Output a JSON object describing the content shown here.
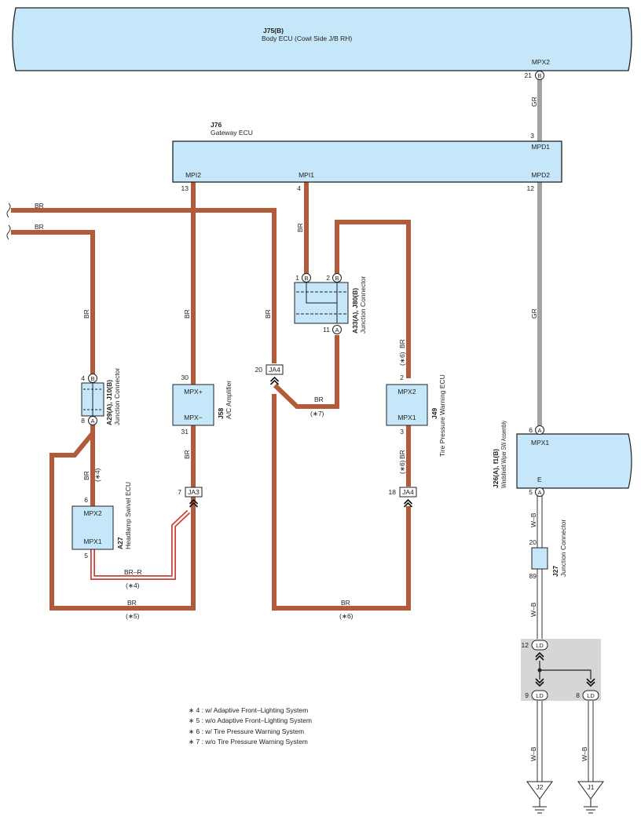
{
  "components": {
    "body_ecu": {
      "code": "J75(B)",
      "name": "Body ECU (Cowl Side J/B RH)",
      "terminal": "MPX2",
      "pin": "21",
      "pin_letter": "B"
    },
    "gateway_ecu": {
      "code": "J76",
      "name": "Gateway ECU",
      "terminals": {
        "mpd1": "MPD1",
        "mpd2": "MPD2",
        "mpi1": "MPI1",
        "mpi2": "MPI2"
      },
      "pins": {
        "mpd1": "3",
        "mpd2": "12",
        "mpi1": "4",
        "mpi2": "13"
      }
    },
    "jc_a33": {
      "code": "A33(A), J80(B)",
      "name": "Junction Connector",
      "pins": [
        "1",
        "2",
        "11"
      ],
      "letters": [
        "B",
        "B",
        "A"
      ]
    },
    "jc_a29": {
      "code": "A29(A), J10(B)",
      "name": "Junction Connector",
      "pins": [
        "4",
        "8"
      ],
      "letters": [
        "B",
        "A"
      ]
    },
    "ac_amp": {
      "code": "J58",
      "name": "A/C Amplifier",
      "t1": "MPX+",
      "t2": "MPX−",
      "p1": "30",
      "p2": "31"
    },
    "tpw_ecu": {
      "code": "J49",
      "name": "Tire Pressure Warning ECU",
      "t1": "MPX2",
      "t2": "MPX1",
      "p1": "2",
      "p2": "3"
    },
    "headlamp": {
      "code": "A27",
      "name": "Headlamp Swivel ECU",
      "t1": "MPX2",
      "t2": "MPX1",
      "p1": "6",
      "p2": "5"
    },
    "wiper_sw": {
      "code": "J26(A), f1(B)",
      "name": "Windshield Wiper SW Assembly",
      "t1": "MPX1",
      "t2": "E",
      "p1": "6",
      "p2": "5",
      "l1": "A",
      "l2": "A"
    },
    "jc_j27": {
      "code": "J27",
      "name": "Junction Connector",
      "p1": "20",
      "p2": "89"
    }
  },
  "connectors": {
    "ja4_top": "JA4",
    "ja3": "JA3",
    "ja4_right": "JA4",
    "pin_20": "20",
    "pin_7": "7",
    "pin_18": "18"
  },
  "ld": {
    "label": "LD",
    "pin_12": "12",
    "pin_9": "9",
    "pin_8": "8"
  },
  "grounds": {
    "j2": "J2",
    "j1": "J1"
  },
  "wire_labels": {
    "br": "BR",
    "gr": "GR",
    "br_r": "BR–R",
    "w_b": "W–B",
    "n4": "(∗4)",
    "n5": "(∗5)",
    "n6": "(∗6)",
    "n7": "(∗7)"
  },
  "legend": [
    "∗ 4 : w/ Adaptive Front–Lighting System",
    "∗ 5 : w/o Adaptive Front–Lighting System",
    "∗ 6 : w/ Tire Pressure Warning System",
    "∗ 7 : w/o Tire Pressure Warning System"
  ],
  "colors": {
    "wire_br": "#b35a3a",
    "wire_gr": "#a3a3a3",
    "box_fill": "#c5e7f9",
    "splice_bg": "#d6d6d6"
  }
}
